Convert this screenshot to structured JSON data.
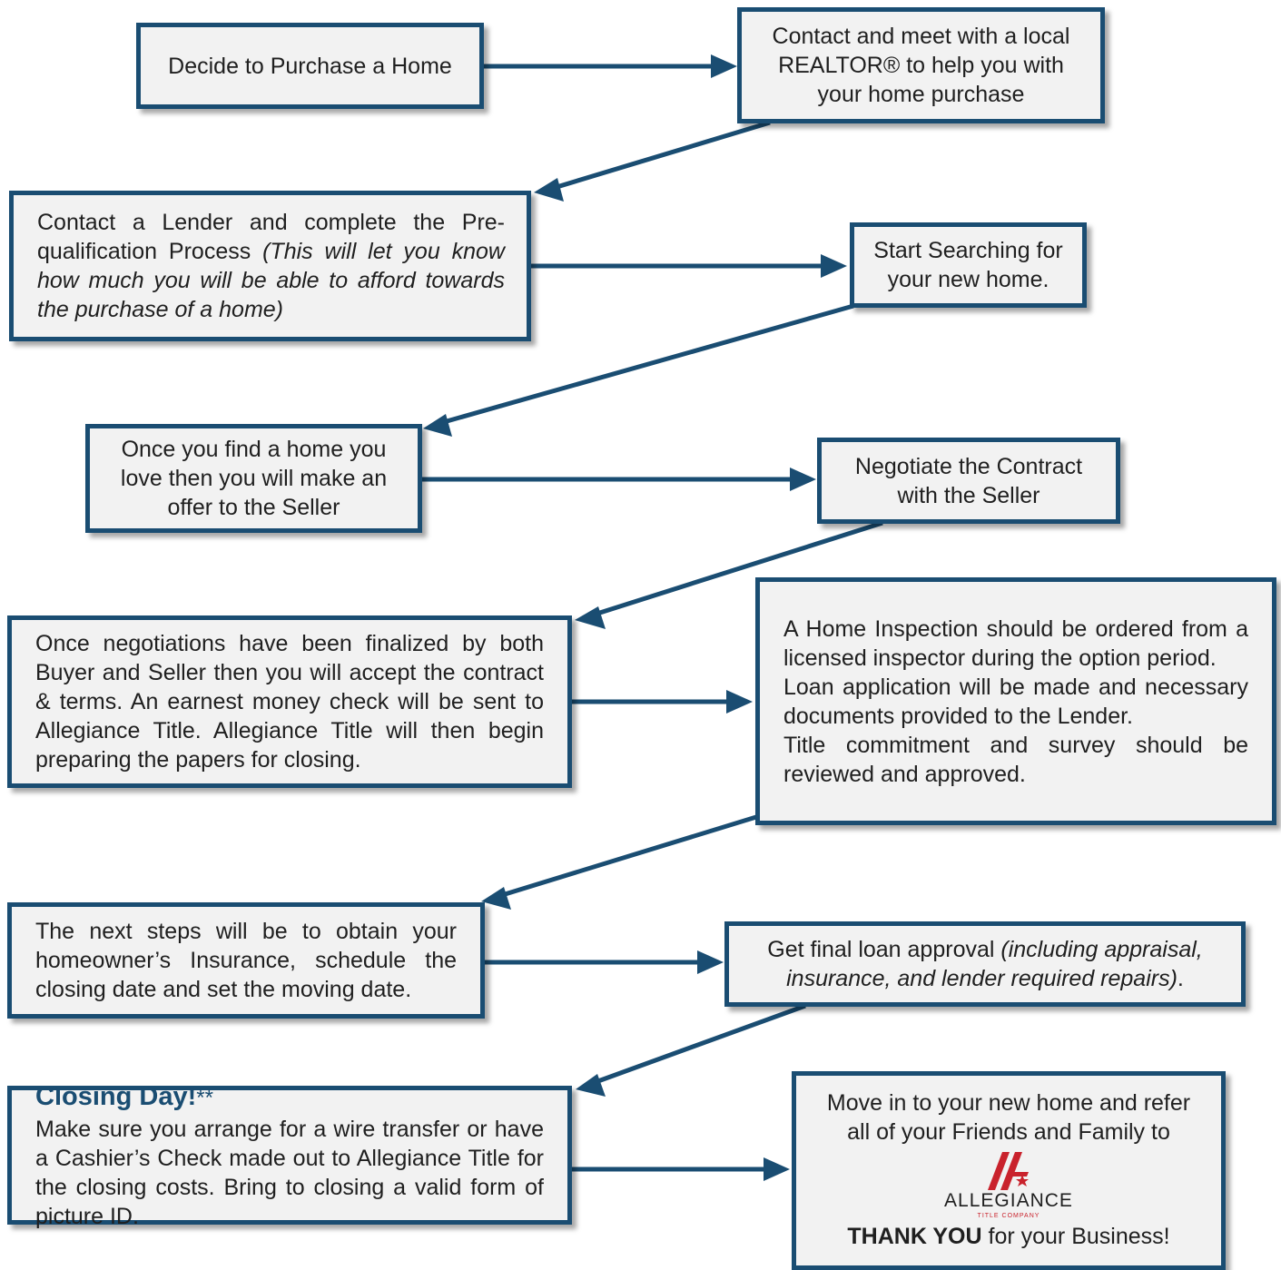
{
  "diagram": {
    "colors": {
      "border": "#1a4d72",
      "fill": "#f2f2f2",
      "arrow": "#1a4d72",
      "logo_red": "#c9222c"
    },
    "steps": {
      "decide": "Decide to Purchase a Home",
      "realtor": "Contact and meet with a local REALTOR® to help you with your home purchase",
      "lender_main": "Contact a Lender and complete the Pre-qualification Process ",
      "lender_note": "(This will let you know how much you will be able to afford towards the purchase of a home)",
      "search": "Start Searching for your new home.",
      "offer": "Once you find a home you love then you will make an offer to the Seller",
      "negotiate": "Negotiate the Contract with the Seller",
      "accept": "Once negotiations have been finalized by both Buyer and Seller then you will accept the contract & terms. An earnest money check will be sent to Allegiance Title. Allegiance Title will then begin preparing the papers for closing.",
      "inspection_1": "A Home Inspection should be ordered from a licensed inspector during the option period.",
      "inspection_2": "Loan application will be made and necessary documents provided to the Lender.",
      "inspection_3": "Title commitment and survey should be reviewed and approved.",
      "next_steps": "The next steps will be to obtain your homeowner’s Insurance, schedule the closing date and set the moving date.",
      "final_loan_main": "Get final loan approval ",
      "final_loan_note": "(including appraisal, insurance, and lender required repairs)",
      "final_loan_end": ".",
      "closing_title": "Closing Day!",
      "closing_stars": "**",
      "closing_body": "Make sure you arrange for a wire transfer or have a Cashier’s Check made out to Allegiance Title for the closing costs. Bring to closing a valid form of picture ID.",
      "move_in": "Move in to your new home and refer all of your Friends and Family to",
      "logo_name": "ALLEGIANCE",
      "logo_sub": "TITLE COMPANY",
      "thanks_bold": "THANK YOU",
      "thanks_rest": " for your Business!"
    }
  }
}
